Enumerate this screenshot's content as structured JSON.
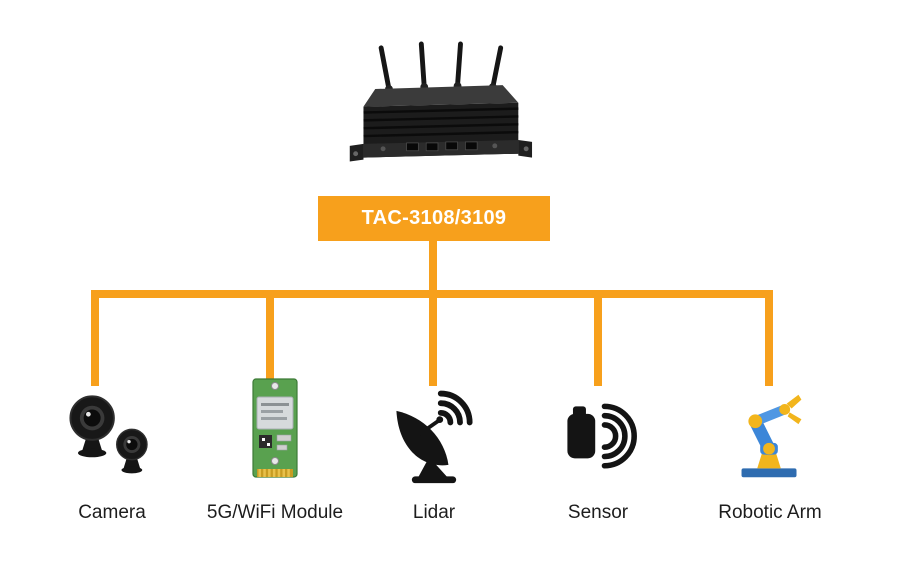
{
  "colors": {
    "accent": "#F7A01C",
    "label_text": "#1d1d1d",
    "box_text": "#ffffff"
  },
  "title_box": {
    "label": "TAC-3108/3109"
  },
  "device": {
    "icon": "embedded-box-pc-image"
  },
  "nodes": [
    {
      "label": "Camera",
      "icon": "webcam-icon"
    },
    {
      "label": "5G/WiFi Module",
      "icon": "wifi-module-icon"
    },
    {
      "label": "Lidar",
      "icon": "lidar-dish-icon"
    },
    {
      "label": "Sensor",
      "icon": "sensor-waves-icon"
    },
    {
      "label": "Robotic Arm",
      "icon": "robotic-arm-icon"
    }
  ]
}
